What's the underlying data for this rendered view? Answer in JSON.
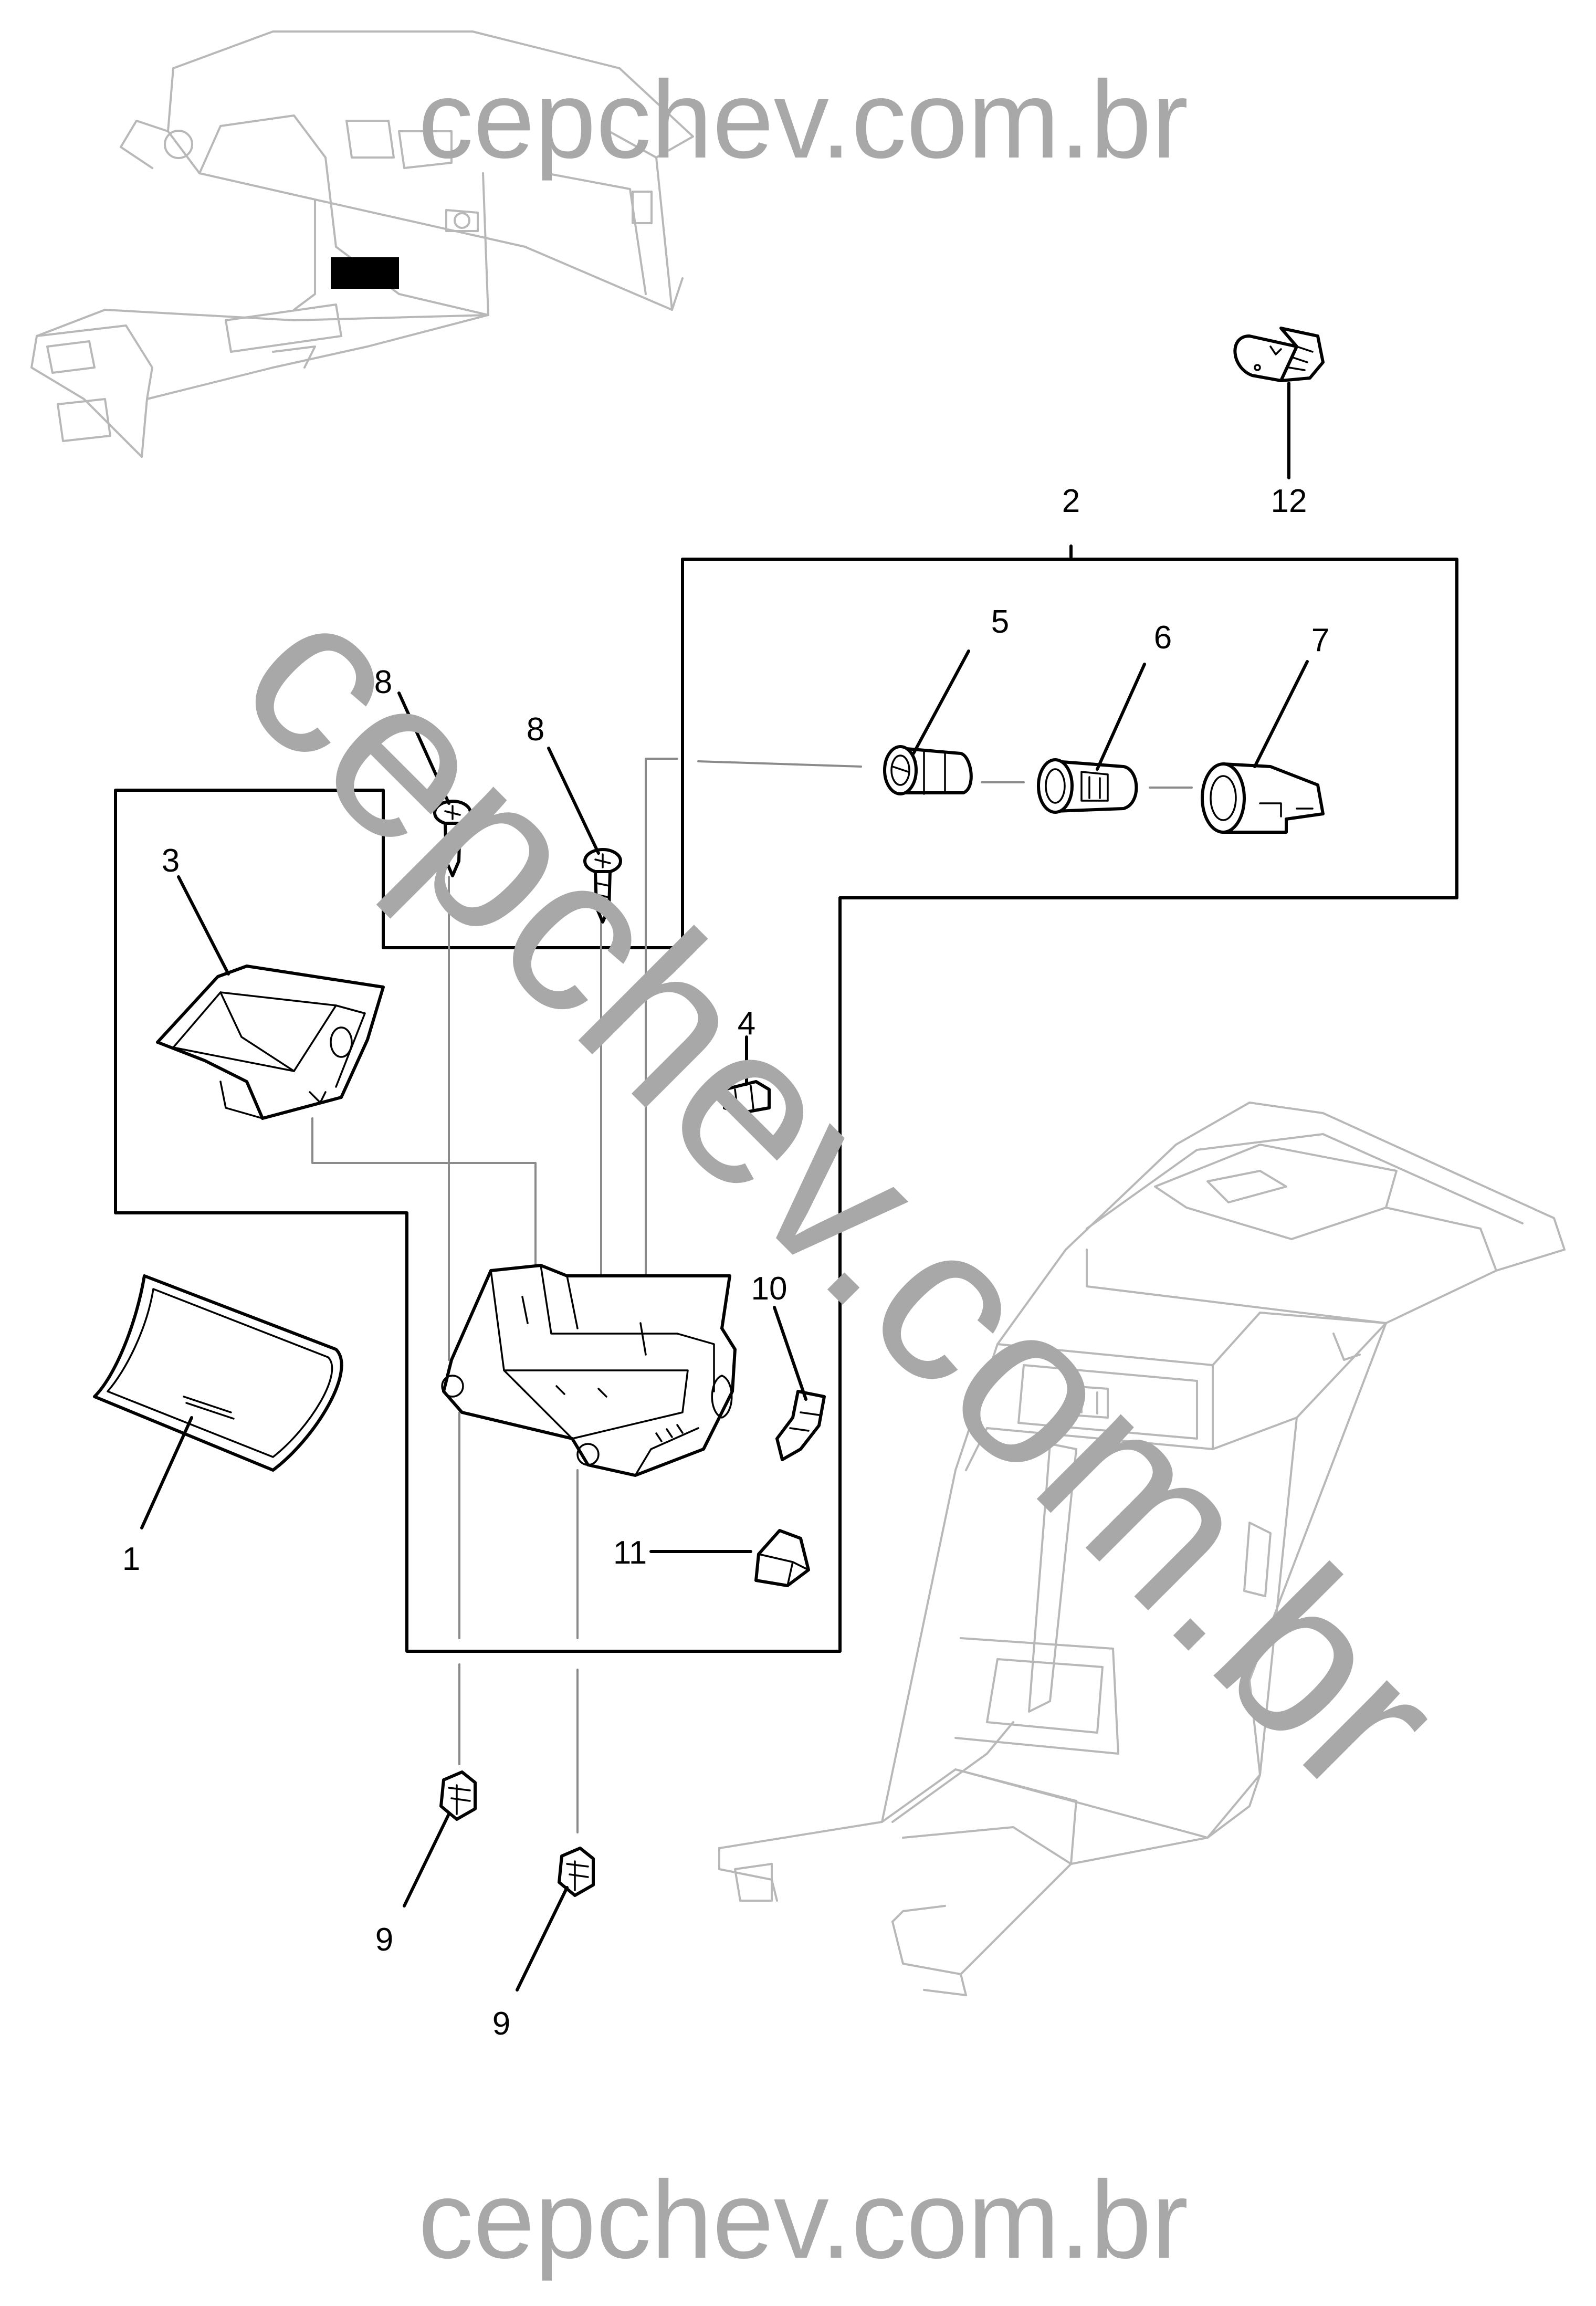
{
  "watermarks": {
    "top": "cepchev.com.br",
    "diagonal": "cepchev.com.br",
    "bottom": "cepchev.com.br"
  },
  "callouts": [
    {
      "id": "1",
      "label": "1"
    },
    {
      "id": "2",
      "label": "2"
    },
    {
      "id": "3",
      "label": "3"
    },
    {
      "id": "4",
      "label": "4"
    },
    {
      "id": "5",
      "label": "5"
    },
    {
      "id": "6",
      "label": "6"
    },
    {
      "id": "7",
      "label": "7"
    },
    {
      "id": "8a",
      "label": "8"
    },
    {
      "id": "8b",
      "label": "8"
    },
    {
      "id": "9a",
      "label": "9"
    },
    {
      "id": "9b",
      "label": "9"
    },
    {
      "id": "10",
      "label": "10"
    },
    {
      "id": "11",
      "label": "11"
    },
    {
      "id": "12",
      "label": "12"
    }
  ]
}
